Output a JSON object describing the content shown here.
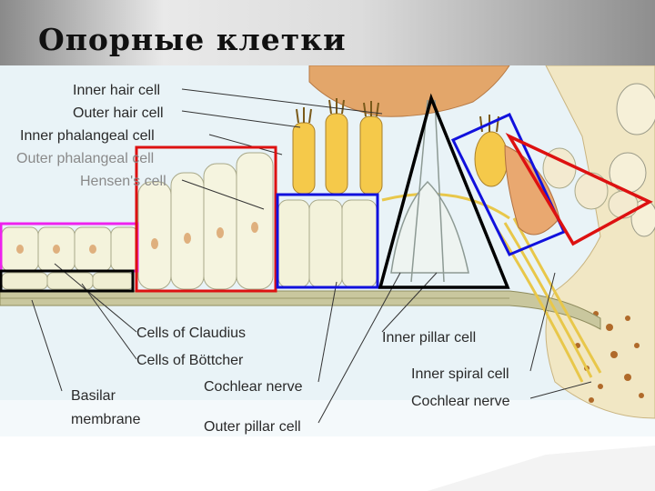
{
  "slide": {
    "title": "Опорные клетки"
  },
  "labels": {
    "inner_hair_cell": "Inner hair cell",
    "outer_hair_cell": "Outer hair cell",
    "inner_phalangeal_cell": "Inner phalangeal cell",
    "outer_phalangeal_cell": "Outer phalangeal cell",
    "hensens_cell": "Hensen's cell",
    "cells_of_claudius": "Cells of Claudius",
    "cells_of_bottcher": "Cells of Böttcher",
    "cochlear_nerve_1": "Cochlear nerve",
    "outer_pillar_cell": "Outer pillar cell",
    "basilar_1": "Basilar",
    "basilar_2": "membrane",
    "inner_pillar_cell": "Inner pillar cell",
    "inner_spiral_cell": "Inner spiral cell",
    "cochlear_nerve_2": "Cochlear nerve"
  },
  "highlight_colors": {
    "claudius": "#ee22ee",
    "bottcher": "#000000",
    "hensen": "#dd1111",
    "outer_phalangeal": "#1111dd",
    "pillar": "#000000",
    "inner_phalangeal": "#1111dd",
    "inner_spiral": "#dd1111"
  }
}
